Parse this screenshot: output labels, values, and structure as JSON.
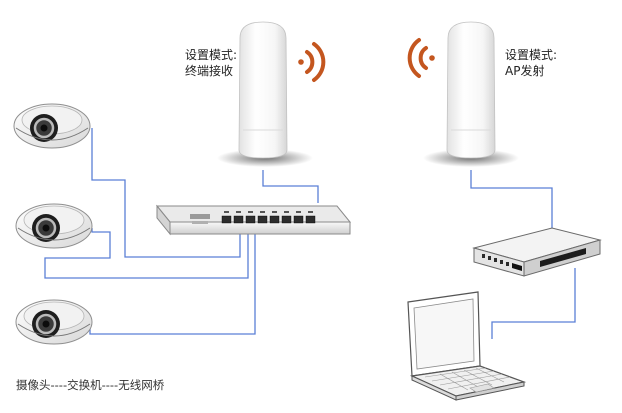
{
  "left_bridge": {
    "mode_line1": "设置模式:",
    "mode_line2": "终端接收"
  },
  "right_bridge": {
    "mode_line1": "设置模式:",
    "mode_line2": "AP发射"
  },
  "caption": "摄像头----交换机----无线网桥",
  "colors": {
    "cable": "#5b7fd6",
    "wifi_signal": "#c4561f",
    "device_white": "#f4f4f4",
    "device_outline": "#9a9a9a"
  },
  "icons": [
    "dome-camera-icon",
    "network-switch-icon",
    "wireless-bridge-icon",
    "wifi-signal-icon",
    "nvr-recorder-icon",
    "laptop-icon"
  ]
}
